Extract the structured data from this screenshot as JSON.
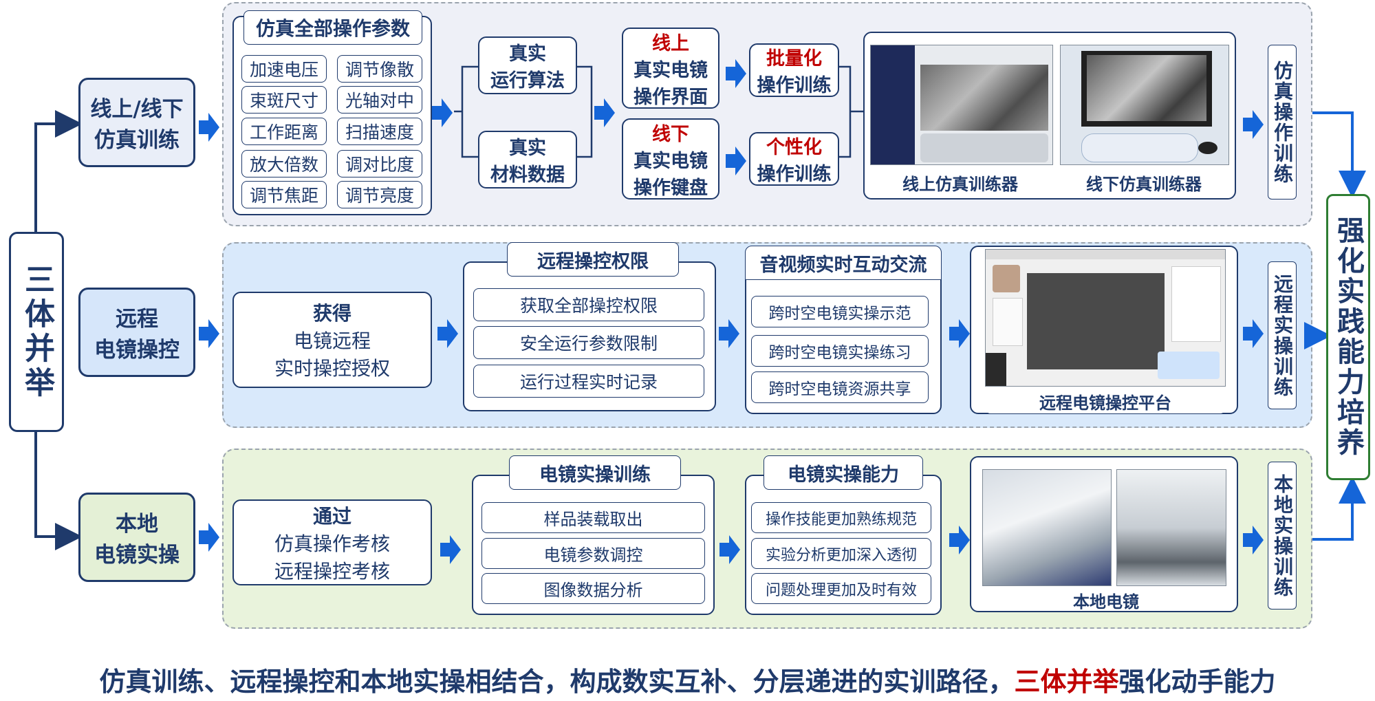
{
  "left_label": "三体并举",
  "right_label": "强化实践能力培养",
  "rows": {
    "online": {
      "label_lines": [
        "线上/线下",
        "仿真训练"
      ],
      "params_title": "仿真全部操作参数",
      "params": [
        "加速电压",
        "调节像散",
        "束斑尺寸",
        "光轴对中",
        "工作距离",
        "扫描速度",
        "放大倍数",
        "调对比度",
        "调节焦距",
        "调节亮度"
      ],
      "algo_lines": [
        "真实",
        "运行算法"
      ],
      "material_lines": [
        "真实",
        "材料数据"
      ],
      "ui_top": "线上",
      "ui_rest": [
        "真实电镜",
        "操作界面"
      ],
      "kb_top": "线下",
      "kb_rest": [
        "真实电镜",
        "操作键盘"
      ],
      "batch_top": "批量化",
      "batch_rest": "操作训练",
      "personal_top": "个性化",
      "personal_rest": "操作训练",
      "caption_online": "线上仿真训练器",
      "caption_offline": "线下仿真训练器",
      "side": "仿真操作训练"
    },
    "remote": {
      "label_lines": [
        "远程",
        "电镜操控"
      ],
      "auth_lines": [
        "获得",
        "电镜远程",
        "实时操控授权"
      ],
      "perm_title": "远程操控权限",
      "perm_items": [
        "获取全部操控权限",
        "安全运行参数限制",
        "运行过程实时记录"
      ],
      "av_title": "音视频实时互动交流",
      "av_items": [
        "跨时空电镜实操示范",
        "跨时空电镜实操练习",
        "跨时空电镜资源共享"
      ],
      "caption": "远程电镜操控平台",
      "side": "远程实操训练"
    },
    "local": {
      "label_lines": [
        "本地",
        "电镜实操"
      ],
      "pass_lines": [
        "通过",
        "仿真操作考核",
        "远程操控考核"
      ],
      "train_title": "电镜实操训练",
      "train_items": [
        "样品装载取出",
        "电镜参数调控",
        "图像数据分析"
      ],
      "ability_title": "电镜实操能力",
      "ability_items": [
        "操作技能更加熟练规范",
        "实验分析更加深入透彻",
        "问题处理更加及时有效"
      ],
      "caption": "本地电镜",
      "side": "本地实操训练"
    }
  },
  "footer": {
    "prefix": "仿真训练、远程操控和本地实操相结合，构成数实互补、分层递进的实训路径，",
    "highlight": "三体并举",
    "suffix": "强化动手能力"
  },
  "colors": {
    "navy": "#1f3a6b",
    "arrow_blue": "#1565d8",
    "red": "#c00000",
    "row1_bg": "#eef0f7",
    "row2_bg": "#d9e9fb",
    "row3_bg": "#e9f3dc"
  }
}
